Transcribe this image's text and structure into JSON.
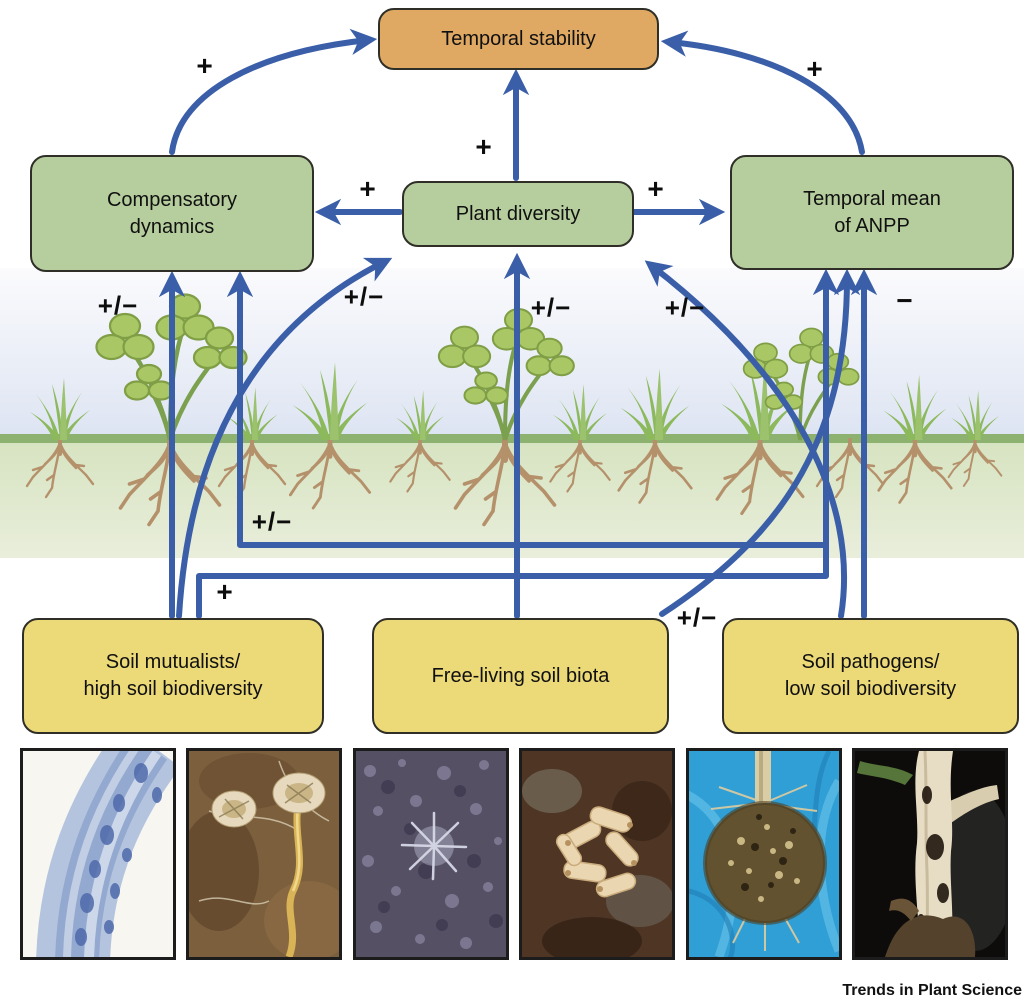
{
  "journal_banner": "Trends in Plant Science",
  "nodes": {
    "temporal_stability": {
      "label": "Temporal stability"
    },
    "compensatory_dynamics": {
      "line1": "Compensatory",
      "line2": "dynamics"
    },
    "plant_diversity": {
      "label": "Plant diversity"
    },
    "temporal_mean_anpp": {
      "line1": "Temporal mean",
      "line2": "of ANPP"
    },
    "soil_mutualists": {
      "line1": "Soil mutualists/",
      "line2": "high soil biodiversity"
    },
    "free_living_soil_biota": {
      "label": "Free-living soil biota"
    },
    "soil_pathogens": {
      "line1": "Soil pathogens/",
      "line2": "low soil biodiversity"
    }
  },
  "edges": [
    {
      "from": "compensatory_dynamics",
      "to": "temporal_stability",
      "sign": "+"
    },
    {
      "from": "plant_diversity",
      "to": "temporal_stability",
      "sign": "+"
    },
    {
      "from": "temporal_mean_anpp",
      "to": "temporal_stability",
      "sign": "+"
    },
    {
      "from": "plant_diversity",
      "to": "compensatory_dynamics",
      "sign": "+"
    },
    {
      "from": "plant_diversity",
      "to": "temporal_mean_anpp",
      "sign": "+"
    },
    {
      "from": "soil_mutualists",
      "to": "compensatory_dynamics",
      "sign": "+/−"
    },
    {
      "from": "soil_mutualists",
      "to": "plant_diversity",
      "sign": "+/−"
    },
    {
      "from": "soil_mutualists",
      "to": "temporal_mean_anpp",
      "sign": "+"
    },
    {
      "from": "soil_mutualists",
      "to": "compensatory_dynamics",
      "sign": "+/−"
    },
    {
      "from": "free_living_soil_biota",
      "to": "plant_diversity",
      "sign": "+/−"
    },
    {
      "from": "free_living_soil_biota",
      "to": "temporal_mean_anpp",
      "sign": "+/−"
    },
    {
      "from": "soil_pathogens",
      "to": "plant_diversity",
      "sign": "+/−"
    },
    {
      "from": "soil_pathogens",
      "to": "temporal_mean_anpp",
      "sign": "−"
    }
  ],
  "colors": {
    "arrow": "#3a5fa8",
    "green_box": "#b6ce9e",
    "stability_box": "#dfa963",
    "soil_box": "#ecd977"
  },
  "photos": [
    {
      "name": "blue-stained-mycorrhizal-root"
    },
    {
      "name": "soil-fungi-on-root"
    },
    {
      "name": "mycelium-in-soil"
    },
    {
      "name": "soil-invertebrate-larvae"
    },
    {
      "name": "root-ball-with-soil-biota"
    },
    {
      "name": "pathogen-damaged-root-crown"
    }
  ]
}
